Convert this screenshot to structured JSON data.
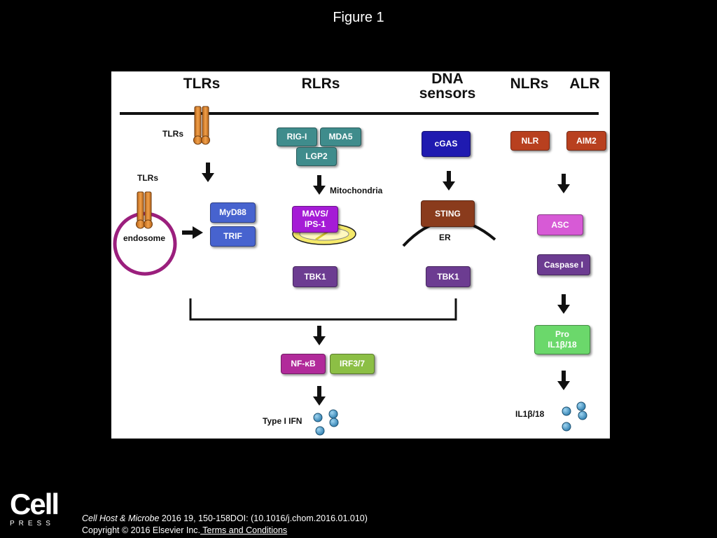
{
  "figure_title": "Figure 1",
  "headers": {
    "tlrs": "TLRs",
    "rlrs": "RLRs",
    "dna_line1": "DNA",
    "dna_line2": "sensors",
    "nlrs": "NLRs",
    "alr": "ALR"
  },
  "labels": {
    "tlrs_surface": "TLRs",
    "tlrs_endosome": "TLRs",
    "endosome": "endosome",
    "mitochondria": "Mitochondria",
    "er": "ER",
    "type1_ifn": "Type I IFN",
    "il1b18": "IL1β/18"
  },
  "boxes": {
    "rigi": "RIG-I",
    "mda5": "MDA5",
    "lgp2": "LGP2",
    "cgas": "cGAS",
    "nlr": "NLR",
    "aim2": "AIM2",
    "myd88": "MyD88",
    "trif": "TRIF",
    "mavs_line1": "MAVS/",
    "mavs_line2": "IPS-1",
    "sting": "STING",
    "asc": "ASC",
    "tbk1_rlr": "TBK1",
    "tbk1_dna": "TBK1",
    "caspase": "Caspase I",
    "nfkb": "NF-κB",
    "irf": "IRF3/7",
    "pro_line1": "Pro",
    "pro_line2": "IL1β/18"
  },
  "colors": {
    "teal": "#3f8c8c",
    "navy": "#1f1ab0",
    "red": "#b8401f",
    "blue": "#4763cf",
    "violet": "#a51bd6",
    "brown": "#8a3b1c",
    "purple": "#6c3c91",
    "pink": "#d75ad6",
    "magenta": "#b12a9a",
    "yellow_green": "#8cbf45",
    "light_green": "#6bd86b",
    "receptor_orange": "#e08a2e",
    "endosome_ring": "#9b1f7d",
    "molecule_blue": "#3f93c4"
  },
  "footer": {
    "logo_main": "Cell",
    "logo_sub": "PRESS",
    "journal": "Cell Host & Microbe",
    "citation": " 2016 19, 150-158DOI: (10.1016/j.chom.2016.01.010)",
    "copyright": "Copyright © 2016 Elsevier Inc.",
    "terms_link": " Terms and Conditions"
  }
}
